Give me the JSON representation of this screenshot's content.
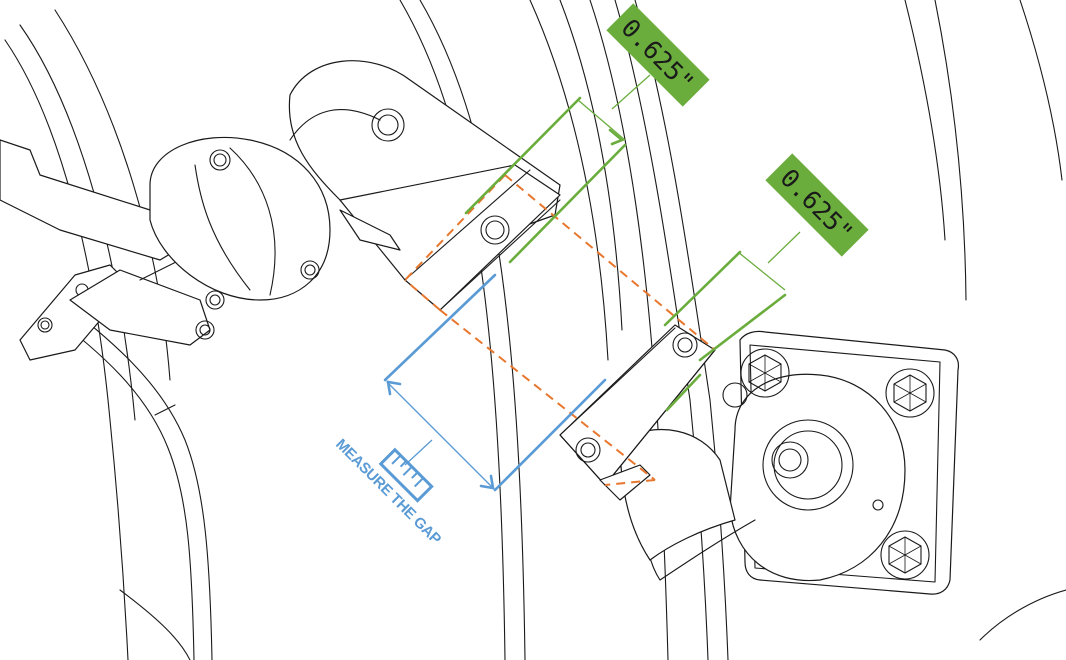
{
  "annotations": {
    "dimension_upper": "0.625\"",
    "dimension_lower": "0.625\"",
    "measure_gap": "MEASURE THE GAP"
  },
  "icons": {
    "ruler": "ruler-icon",
    "bolt": "hex-bolt-icon"
  },
  "colors": {
    "dimension_green": "#6aad3d",
    "measure_blue": "#5b9bd5",
    "cut_orange": "#e8772e",
    "line_art": "#1a1a1a"
  }
}
